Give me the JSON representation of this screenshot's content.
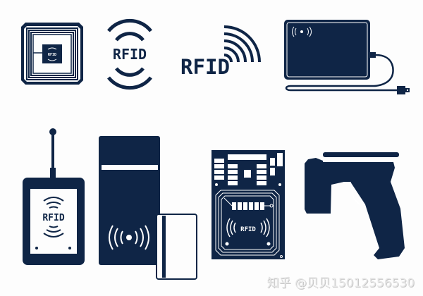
{
  "colors": {
    "navy": "#0f2546",
    "background": "#fdfdfd",
    "watermark": "#e0e0e0"
  },
  "icons": [
    {
      "name": "rfid-tag-chip",
      "label": ""
    },
    {
      "name": "rfid-signal-badge",
      "label": "RFID"
    },
    {
      "name": "rfid-wave-logo",
      "label": "RFID"
    },
    {
      "name": "usb-rfid-reader-pad",
      "label": ""
    },
    {
      "name": "handheld-rfid-reader",
      "label": "RFID"
    },
    {
      "name": "rfid-access-terminal-with-card",
      "label": ""
    },
    {
      "name": "rfid-circuit-board",
      "label": "RFID"
    },
    {
      "name": "rfid-scanner-gun",
      "label": ""
    }
  ],
  "labels": {
    "badge": "RFID",
    "logo": "RFID",
    "handheld": "RFID",
    "board": "RFID"
  },
  "watermark": "知乎 @贝贝15012556530"
}
